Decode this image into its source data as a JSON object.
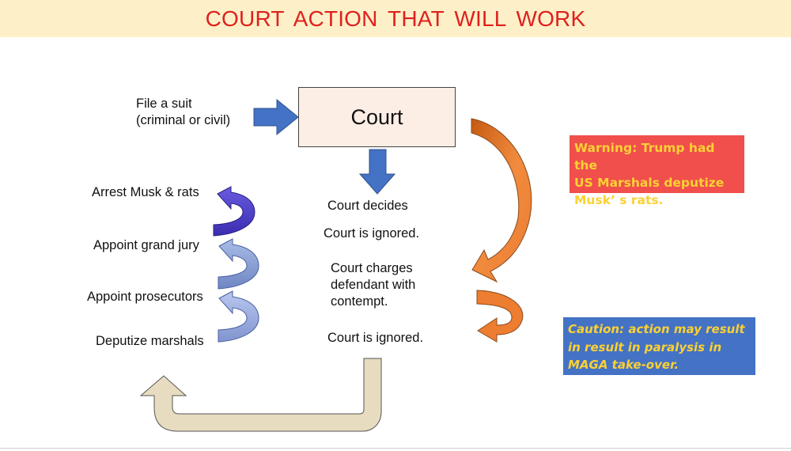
{
  "title": "COURT ACTION THAT WILL WORK",
  "file_suit": [
    "File a suit",
    "(criminal or civil)"
  ],
  "court_box": "Court",
  "steps": {
    "court_decides": "Court decides",
    "court_ignored_1": "Court is ignored.",
    "court_charges": [
      "Court charges",
      "defendant with",
      "contempt."
    ],
    "court_ignored_2": "Court is ignored."
  },
  "actions": {
    "arrest": "Arrest Musk & rats",
    "grand_jury": "Appoint grand jury",
    "prosecutors": "Appoint prosecutors",
    "marshals": "Deputize marshals"
  },
  "warning": [
    "Warning: Trump had the",
    "US Marshals deputize",
    "Musk’ s rats."
  ],
  "caution": [
    "Caution: action may result",
    "in result in paralysis in",
    "MAGA take-over."
  ],
  "colors": {
    "title": "#e0201e",
    "title_bar": "#fdf0c8",
    "court_fill": "#fdeee5",
    "blue_arrow": "#4472c4",
    "orange_arrow": "#ed7d31",
    "return_arrow": "#e8dcc0",
    "warning_bg": "#f04f4c",
    "caution_bg": "#4472c4",
    "callout_text": "#fbd134"
  }
}
